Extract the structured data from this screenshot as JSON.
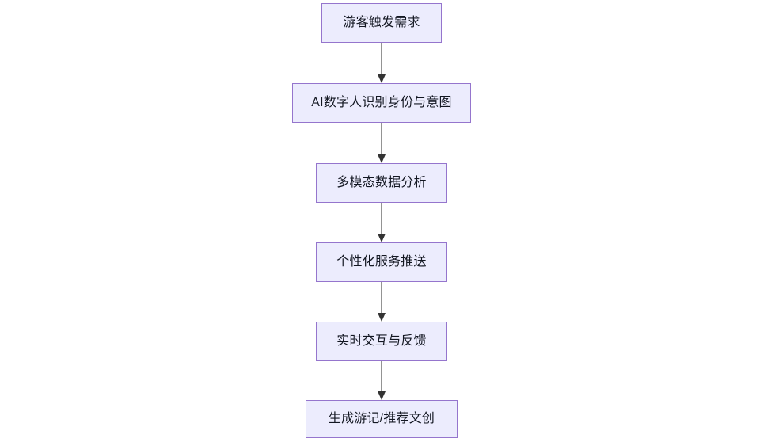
{
  "diagram": {
    "type": "flowchart",
    "direction": "top-to-bottom",
    "background_color": "#ffffff",
    "node_fill_color": "#ececfd",
    "node_border_color": "#9575cd",
    "node_text_color": "#131722",
    "edge_color": "#666666",
    "nodes": [
      {
        "id": "node-0",
        "label": "游客触发需求"
      },
      {
        "id": "node-1",
        "label": "AI数字人识别身份与意图"
      },
      {
        "id": "node-2",
        "label": "多模态数据分析"
      },
      {
        "id": "node-3",
        "label": "个性化服务推送"
      },
      {
        "id": "node-4",
        "label": "实时交互与反馈"
      },
      {
        "id": "node-5",
        "label": "生成游记/推荐文创"
      }
    ],
    "edges": [
      {
        "id": "edge-0",
        "from": "node-0",
        "to": "node-1",
        "label": ""
      },
      {
        "id": "edge-1",
        "from": "node-1",
        "to": "node-2",
        "label": ""
      },
      {
        "id": "edge-2",
        "from": "node-2",
        "to": "node-3",
        "label": ""
      },
      {
        "id": "edge-3",
        "from": "node-3",
        "to": "node-4",
        "label": ""
      },
      {
        "id": "edge-4",
        "from": "node-4",
        "to": "node-5",
        "label": ""
      }
    ]
  }
}
